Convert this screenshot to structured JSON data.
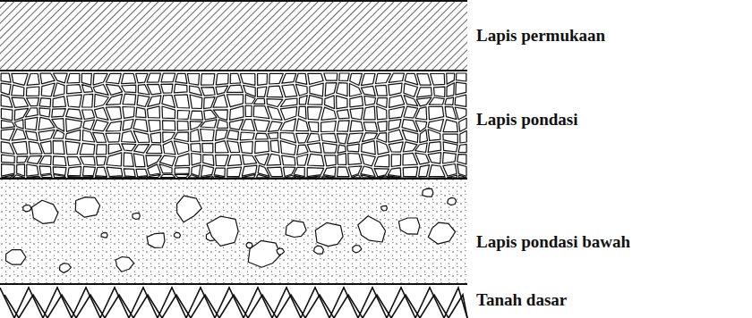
{
  "diagram": {
    "nodes": [
      {
        "text": [
          "Lapis permukaan"
        ]
      },
      {
        "text": [
          "Lapis pondasi"
        ]
      },
      {
        "text": [
          "Lapis pondasi bawah"
        ]
      },
      {
        "text": [
          "Tanah dasar"
        ]
      }
    ]
  }
}
